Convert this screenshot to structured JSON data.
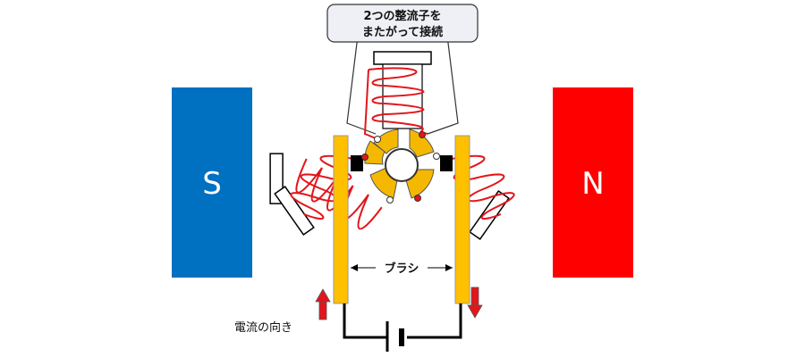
{
  "callout": {
    "line1": "2つの整流子を",
    "line2": "またがって接続"
  },
  "magnets": {
    "south": {
      "label": "S",
      "color": "#0070C0"
    },
    "north": {
      "label": "N",
      "color": "#FF0000"
    }
  },
  "brush_label": "ブラシ",
  "current_label": "電流の向き",
  "colors": {
    "coil": "#E3161B",
    "commutator": "#F5B800",
    "brush": "#FFC000",
    "arrow": "#E3161B"
  }
}
